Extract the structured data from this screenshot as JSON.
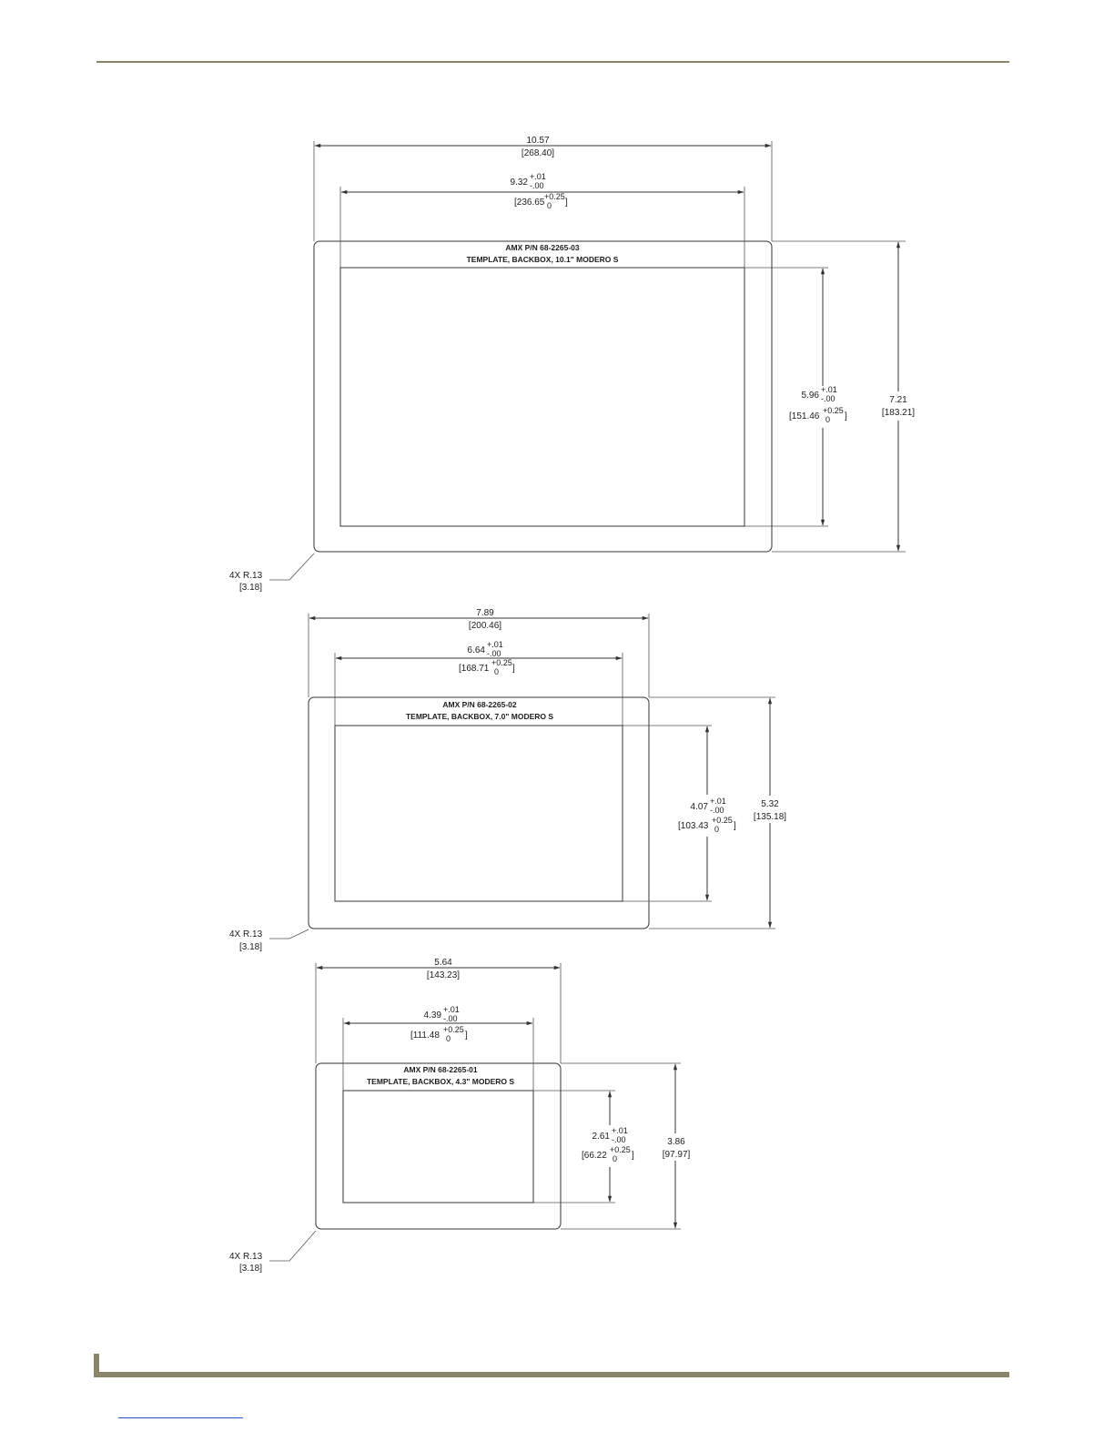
{
  "colors": {
    "rule": "#8a8468",
    "line": "#333333",
    "link": "#2a4fd8"
  },
  "templates": [
    {
      "id": "t10",
      "overall_width": {
        "in": "10.57",
        "mm": "268.40"
      },
      "cutout_width": {
        "in": "9.32",
        "tol_in_plus": "+.01",
        "tol_in_minus": "-.00",
        "mm": "236.65",
        "tol_mm_plus": "+0.25",
        "tol_mm_minus": "0"
      },
      "label_line1": "AMX P/N 68-2265-03",
      "label_line2": "TEMPLATE, BACKBOX, 10.1\" MODERO S",
      "cutout_height": {
        "in": "5.96",
        "tol_in_plus": "+.01",
        "tol_in_minus": "-.00",
        "mm": "151.46",
        "tol_mm_plus": "+0.25",
        "tol_mm_minus": "0"
      },
      "overall_height": {
        "in": "7.21",
        "mm": "183.21"
      },
      "radius": {
        "count": "4X",
        "in": "R.13",
        "mm": "3.18"
      }
    },
    {
      "id": "t7",
      "overall_width": {
        "in": "7.89",
        "mm": "200.46"
      },
      "cutout_width": {
        "in": "6.64",
        "tol_in_plus": "+.01",
        "tol_in_minus": "-.00",
        "mm": "168.71",
        "tol_mm_plus": "+0.25",
        "tol_mm_minus": "0"
      },
      "label_line1": "AMX P/N 68-2265-02",
      "label_line2": "TEMPLATE, BACKBOX, 7.0\" MODERO S",
      "cutout_height": {
        "in": "4.07",
        "tol_in_plus": "+.01",
        "tol_in_minus": "-.00",
        "mm": "103.43",
        "tol_mm_plus": "+0.25",
        "tol_mm_minus": "0"
      },
      "overall_height": {
        "in": "5.32",
        "mm": "135.18"
      },
      "radius": {
        "count": "4X",
        "in": "R.13",
        "mm": "3.18"
      }
    },
    {
      "id": "t4",
      "overall_width": {
        "in": "5.64",
        "mm": "143.23"
      },
      "cutout_width": {
        "in": "4.39",
        "tol_in_plus": "+.01",
        "tol_in_minus": "-.00",
        "mm": "111.48",
        "tol_mm_plus": "+0.25",
        "tol_mm_minus": "0"
      },
      "label_line1": "AMX P/N 68-2265-01",
      "label_line2": "TEMPLATE, BACKBOX, 4.3\" MODERO S",
      "cutout_height": {
        "in": "2.61",
        "tol_in_plus": "+.01",
        "tol_in_minus": "-.00",
        "mm": "66.22",
        "tol_mm_plus": "+0.25",
        "tol_mm_minus": "0"
      },
      "overall_height": {
        "in": "3.86",
        "mm": "97.97"
      },
      "radius": {
        "count": "4X",
        "in": "R.13",
        "mm": "3.18"
      }
    }
  ]
}
